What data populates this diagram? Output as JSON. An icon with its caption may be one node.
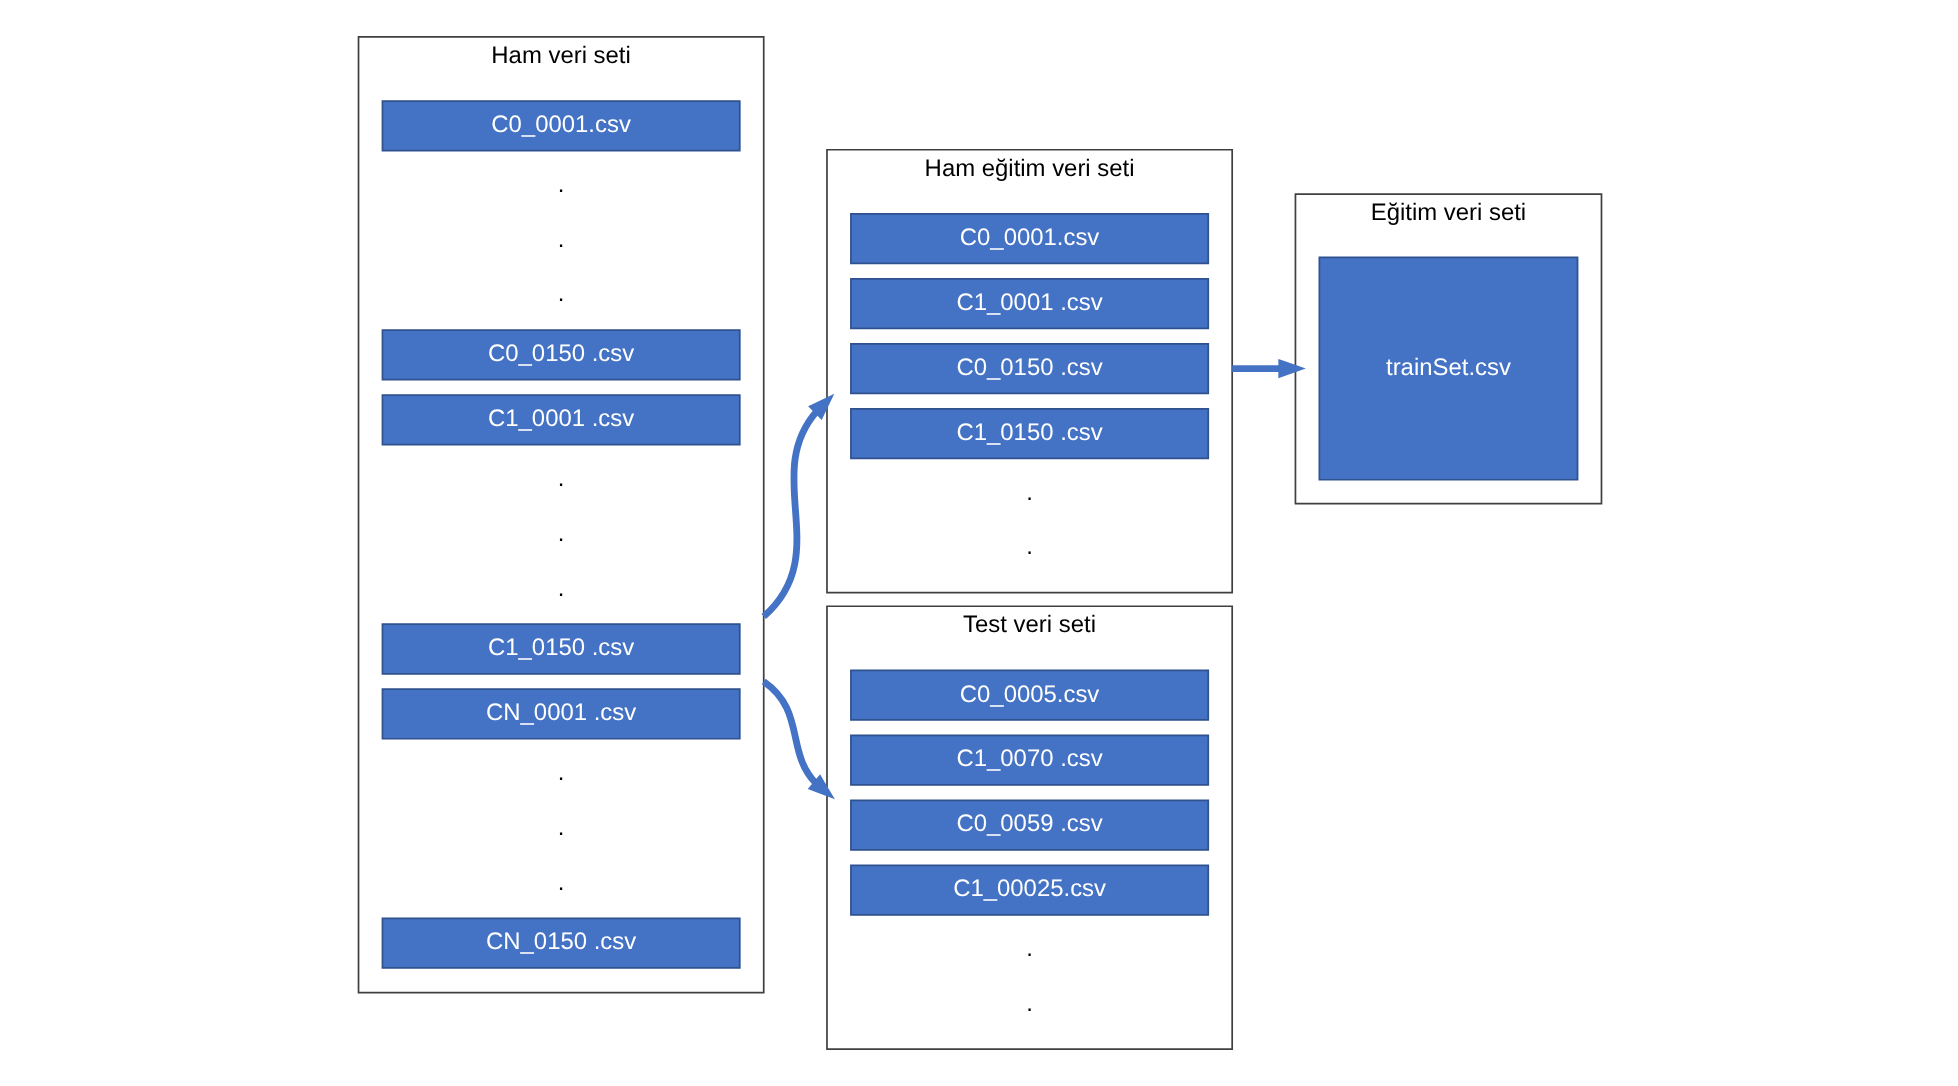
{
  "diagram": {
    "nodes": [
      {
        "text": [
          "Ham veri seti"
        ]
      },
      {
        "text": [
          "C0_0001.csv"
        ],
        "in": 0
      },
      {
        "text": [
          "C0_0150 .csv"
        ],
        "in": 0
      },
      {
        "text": [
          "C1_0001 .csv"
        ],
        "in": 0
      },
      {
        "text": [
          "C1_0150 .csv"
        ],
        "in": 0
      },
      {
        "text": [
          "CN_0001 .csv"
        ],
        "in": 0
      },
      {
        "text": [
          "CN_0150 .csv"
        ],
        "in": 0
      },
      {
        "text": [
          "Ham eğitim veri seti"
        ]
      },
      {
        "text": [
          "C0_0001.csv"
        ],
        "in": 7
      },
      {
        "text": [
          "C1_0001 .csv"
        ],
        "in": 7
      },
      {
        "text": [
          "C0_0150 .csv"
        ],
        "in": 7
      },
      {
        "text": [
          "C1_0150 .csv"
        ],
        "in": 7
      },
      {
        "text": [
          "Eğitim veri seti"
        ]
      },
      {
        "text": [
          "trainSet.csv"
        ],
        "in": 12
      },
      {
        "text": [
          "Test veri seti"
        ]
      },
      {
        "text": [
          "C0_0005.csv"
        ],
        "in": 14
      },
      {
        "text": [
          "C1_0070 .csv"
        ],
        "in": 14
      },
      {
        "text": [
          "C0_0059 .csv"
        ],
        "in": 14
      },
      {
        "text": [
          "C1_00025.csv"
        ],
        "in": 14
      }
    ],
    "edges": [
      {
        "from": 0,
        "to": 7,
        "arrow": "to"
      },
      {
        "from": 0,
        "to": 14,
        "arrow": "to"
      },
      {
        "from": 7,
        "to": 12,
        "arrow": "to"
      }
    ],
    "labels": [
      ".",
      ".",
      ".",
      ".",
      ".",
      ".",
      ".",
      ".",
      ".",
      ".",
      ".",
      ".",
      "."
    ]
  }
}
